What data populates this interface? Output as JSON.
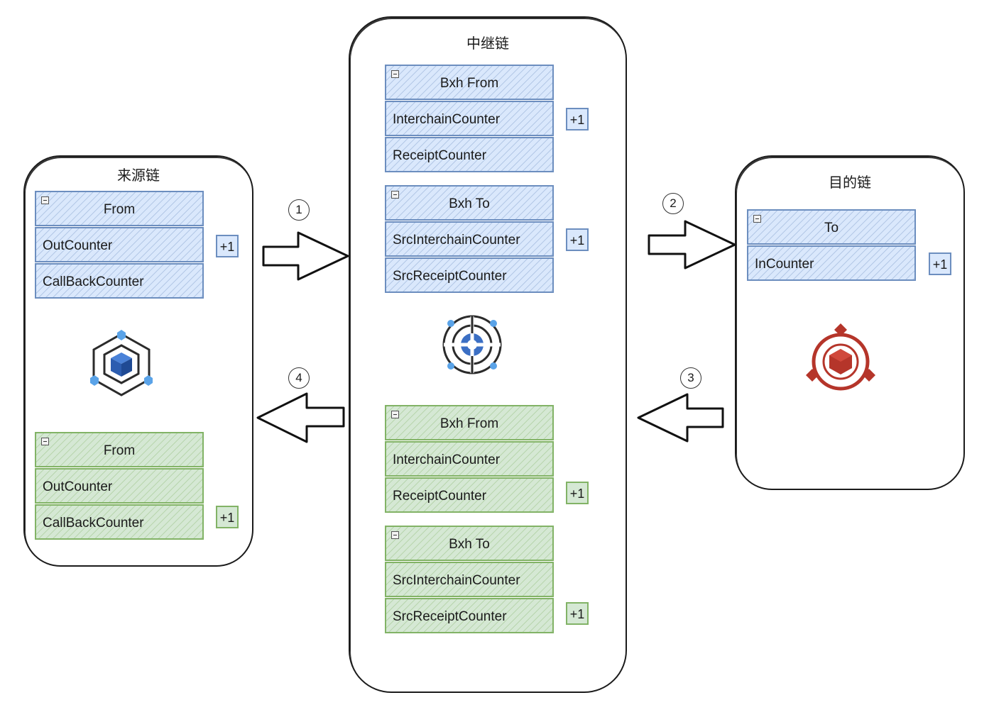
{
  "source_chain": {
    "title": "来源链",
    "blue_table": {
      "header": "From",
      "rows": [
        "OutCounter",
        "CallBackCounter"
      ],
      "badge": "+1"
    },
    "green_table": {
      "header": "From",
      "rows": [
        "OutCounter",
        "CallBackCounter"
      ],
      "badge": "+1"
    },
    "icon": "blockchain-cube-icon"
  },
  "relay_chain": {
    "title": "中继链",
    "blue_from": {
      "header": "Bxh From",
      "rows": [
        "InterchainCounter",
        "ReceiptCounter"
      ],
      "badge": "+1"
    },
    "blue_to": {
      "header": "Bxh To",
      "rows": [
        "SrcInterchainCounter",
        "SrcReceiptCounter"
      ],
      "badge": "+1"
    },
    "green_from": {
      "header": "Bxh From",
      "rows": [
        "InterchainCounter",
        "ReceiptCounter"
      ],
      "badge": "+1"
    },
    "green_to": {
      "header": "Bxh To",
      "rows": [
        "SrcInterchainCounter",
        "SrcReceiptCounter"
      ],
      "badge": "+1"
    },
    "icon": "relay-target-icon"
  },
  "dest_chain": {
    "title": "目的链",
    "blue_table": {
      "header": "To",
      "rows": [
        "InCounter"
      ],
      "badge": "+1"
    },
    "icon": "destination-hub-icon"
  },
  "steps": [
    "1",
    "2",
    "3",
    "4"
  ],
  "colors": {
    "blue_fill": "#dae8fc",
    "blue_stroke": "#6c8ebf",
    "green_fill": "#d5e8d4",
    "green_stroke": "#82b366",
    "icon_blue": "#3b6fc4",
    "icon_red": "#b5352a"
  }
}
